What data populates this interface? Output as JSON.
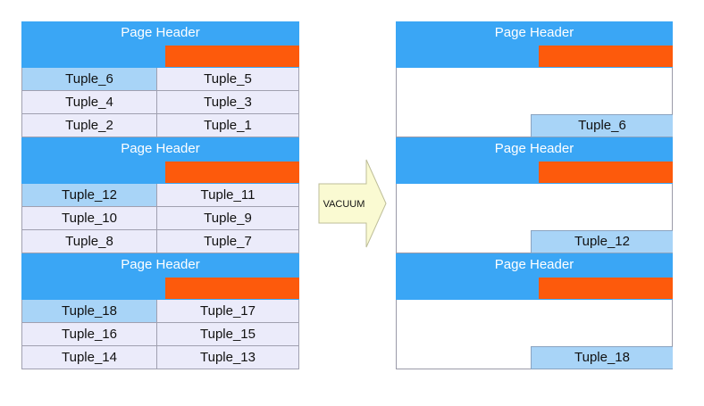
{
  "header_label": "Page Header",
  "vacuum_label": "VACUUM",
  "left_pages": [
    {
      "rows": [
        [
          "Tuple_6",
          "Tuple_5"
        ],
        [
          "Tuple_4",
          "Tuple_3"
        ],
        [
          "Tuple_2",
          "Tuple_1"
        ]
      ],
      "highlight": "Tuple_6"
    },
    {
      "rows": [
        [
          "Tuple_12",
          "Tuple_11"
        ],
        [
          "Tuple_10",
          "Tuple_9"
        ],
        [
          "Tuple_8",
          "Tuple_7"
        ]
      ],
      "highlight": "Tuple_12"
    },
    {
      "rows": [
        [
          "Tuple_18",
          "Tuple_17"
        ],
        [
          "Tuple_16",
          "Tuple_15"
        ],
        [
          "Tuple_14",
          "Tuple_13"
        ]
      ],
      "highlight": "Tuple_18"
    }
  ],
  "right_pages": [
    {
      "tuple": "Tuple_6"
    },
    {
      "tuple": "Tuple_12"
    },
    {
      "tuple": "Tuple_18"
    }
  ],
  "colors": {
    "header": "#3aa6f5",
    "orange": "#fd5a0c",
    "cell": "#ebebfa",
    "highlight": "#a8d4f7",
    "arrow": "#fafad2"
  }
}
